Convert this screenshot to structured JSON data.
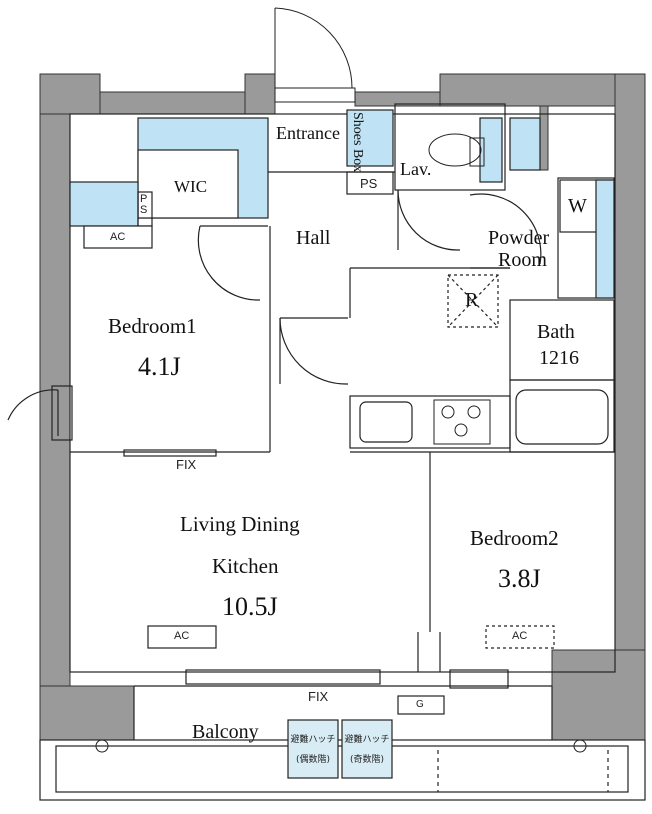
{
  "rooms": {
    "entrance": "Entrance",
    "shoes_box": "Shoes Box",
    "lav": "Lav.",
    "ps_top": "PS",
    "ps_wic": "PS",
    "wic": "WIC",
    "hall": "Hall",
    "powder_room_1": "Powder",
    "powder_room_2": "Room",
    "washer": "W",
    "refrigerator": "R",
    "bath": "Bath",
    "bath_size": "1216",
    "bedroom1": "Bedroom1",
    "bedroom1_size": "4.1J",
    "ldk_line1": "Living Dining",
    "ldk_line2": "Kitchen",
    "ldk_size": "10.5J",
    "bedroom2": "Bedroom2",
    "bedroom2_size": "3.8J",
    "balcony": "Balcony"
  },
  "labels": {
    "ac_bedroom1": "AC",
    "ac_ldk": "AC",
    "ac_bedroom2": "AC",
    "fix_bedroom1": "FIX",
    "fix_ldk": "FIX",
    "gas_meter": "G",
    "hatch_even_1": "避難ハッチ",
    "hatch_even_2": "(偶数階)",
    "hatch_odd_1": "避難ハッチ",
    "hatch_odd_2": "(奇数階)"
  },
  "colors": {
    "wall": "#9a9a9a",
    "fixture": "#bfe3f5",
    "line": "#222222"
  }
}
